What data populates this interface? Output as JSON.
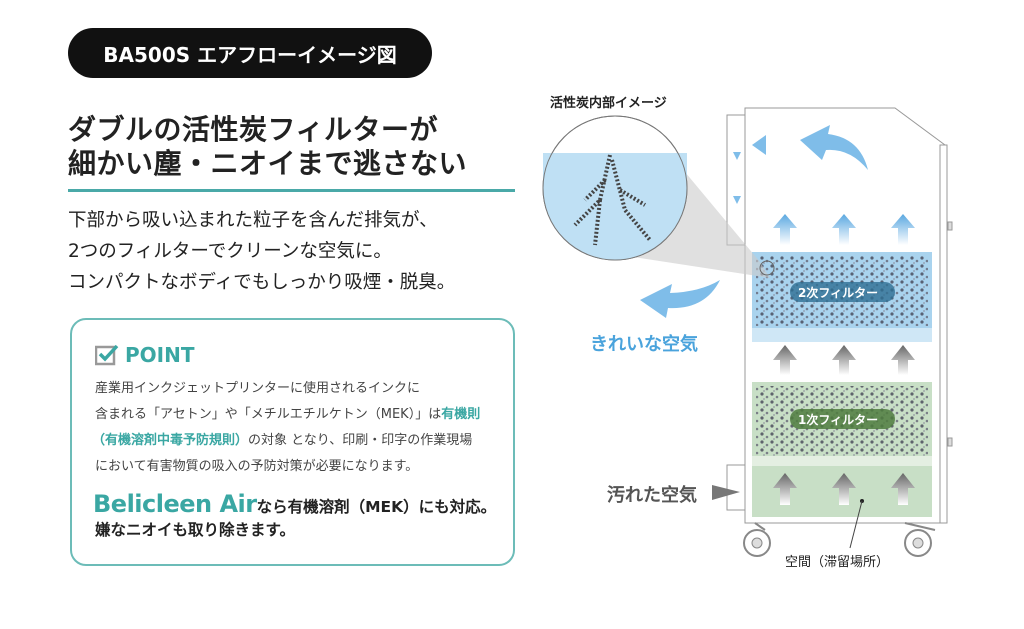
{
  "title": "BA500S エアフローイメージ図",
  "headline": [
    "ダブルの活性炭フィルターが",
    "細かい塵・ニオイまで逃さない"
  ],
  "intro": [
    "下部から吸い込まれた粒子を含んだ排気が、",
    "2つのフィルターでクリーンな空気に。",
    "コンパクトなボディでもしっかり吸煙・脱臭。"
  ],
  "point": {
    "label": "POINT",
    "body": [
      {
        "text": "産業用インクジェットプリンターに使用されるインクに"
      },
      {
        "text": "含まれる「アセトン」や「メチルエチルケトン（MEK）」は",
        "highlight": "有機則"
      },
      {
        "highlight": "（有機溶剤中毒予防規則）",
        "text": "の対象 となり、印刷・印字の作業現場"
      },
      {
        "text": "において有害物質の吸入の予防対策が必要になります。"
      }
    ],
    "brand": "Belicleen Air",
    "brand_text": "なら有機溶剤（MEK）にも対応。",
    "brand_line2": "嫌なニオイも取り除きます。"
  },
  "diagram": {
    "inset_label": "活性炭内部イメージ",
    "filter2": "2次フィルター",
    "filter1": "1次フィルター",
    "clean_air": "きれいな空気",
    "dirty_air": "汚れた空気",
    "space": "空間（滞留場所）"
  },
  "colors": {
    "teal": "#3aa7a3",
    "blue": "#4aa3dc",
    "filter2": "#a9d3ee",
    "filter1": "#c8dfc6"
  }
}
